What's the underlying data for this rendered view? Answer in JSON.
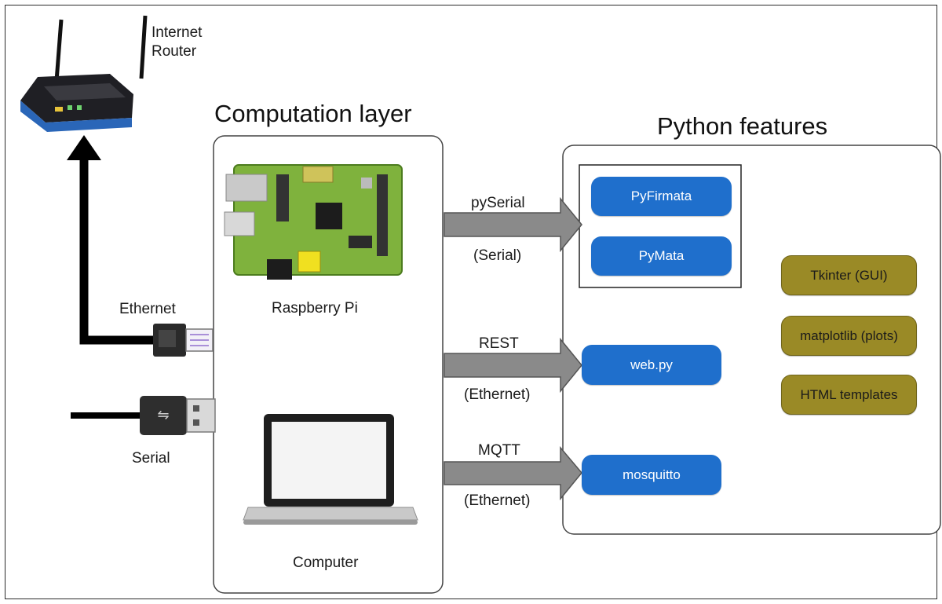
{
  "colors": {
    "blue_chip": "#1f6fcc",
    "olive_chip": "#9a8a26",
    "arrow_fill": "#8a8a8a",
    "connector": "#000000"
  },
  "devices": {
    "router_label_line1": "Internet",
    "router_label_line2": "Router",
    "raspberry_label": "Raspberry Pi",
    "computer_label": "Computer",
    "ethernet_label": "Ethernet",
    "serial_label": "Serial"
  },
  "computation_layer": {
    "title": "Computation layer"
  },
  "python_features": {
    "title": "Python features",
    "firmata_group": [
      "PyFirmata",
      "PyMata"
    ],
    "web_lib": "web.py",
    "mqtt_lib": "mosquitto",
    "extras": [
      "Tkinter (GUI)",
      "matplotlib (plots)",
      "HTML templates"
    ]
  },
  "protocols": [
    {
      "name": "pySerial",
      "medium": "(Serial)"
    },
    {
      "name": "REST",
      "medium": "(Ethernet)"
    },
    {
      "name": "MQTT",
      "medium": "(Ethernet)"
    }
  ],
  "icons": [
    "router-icon",
    "raspberry-pi-board-icon",
    "laptop-icon",
    "ethernet-plug-icon",
    "usb-plug-icon"
  ]
}
